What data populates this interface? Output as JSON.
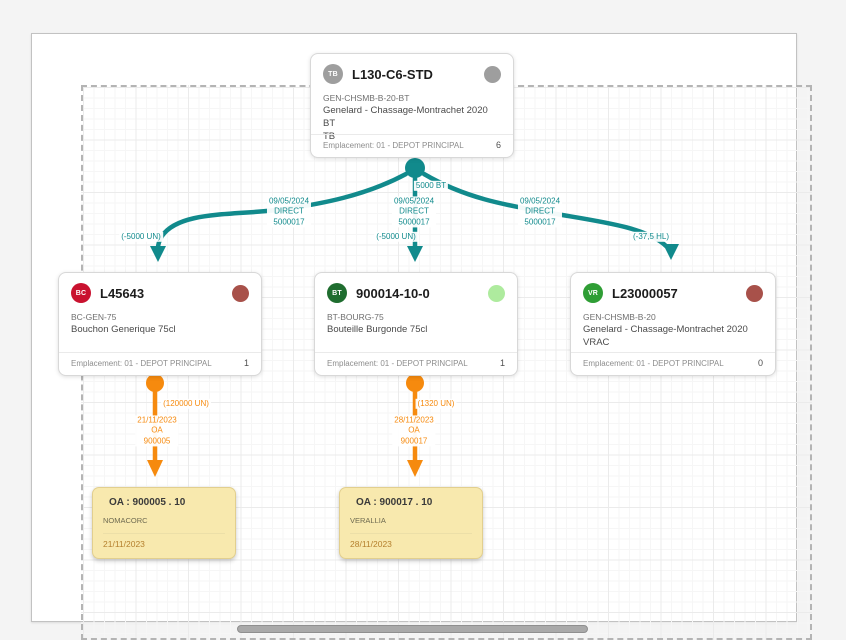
{
  "diagram": {
    "root": {
      "badge": "TB",
      "title": "L130-C6-STD",
      "lines": [
        "GEN-CHSMB-B-20-BT",
        "Genelard - Chassage-Montrachet 2020 BT",
        "TB"
      ],
      "footer_label": "Emplacement: 01 - DEPOT PRINCIPAL",
      "count": "6"
    },
    "left": {
      "badge": "BC",
      "title": "L45643",
      "lines": [
        "BC-GEN-75",
        "Bouchon Generique 75cl",
        ""
      ],
      "footer_label": "Emplacement: 01 - DEPOT PRINCIPAL",
      "count": "1"
    },
    "middle": {
      "badge": "BT",
      "title": "900014-10-0",
      "lines": [
        "BT-BOURG-75",
        "Bouteille Burgonde 75cl",
        ""
      ],
      "footer_label": "Emplacement: 01 - DEPOT PRINCIPAL",
      "count": "1"
    },
    "right": {
      "badge": "VR",
      "title": "L23000057",
      "lines": [
        "GEN-CHSMB-B-20",
        "Genelard - Chassage-Montrachet 2020",
        "VRAC"
      ],
      "footer_label": "Emplacement: 01 - DEPOT PRINCIPAL",
      "count": "0"
    },
    "edges": {
      "source_qty": "5000 BT",
      "teal_left": {
        "date": "09/05/2024",
        "mode": "DIRECT",
        "ref": "5000017",
        "qty": "(-5000 UN)"
      },
      "teal_middle": {
        "date": "09/05/2024",
        "mode": "DIRECT",
        "ref": "5000017",
        "qty": "(-5000 UN)"
      },
      "teal_right": {
        "date": "09/05/2024",
        "mode": "DIRECT",
        "ref": "5000017",
        "qty": "(-37,5 HL)"
      },
      "orange_left": {
        "qty": "(120000 UN)",
        "date": "21/11/2023",
        "mode": "OA",
        "ref": "900005"
      },
      "orange_middle": {
        "qty": "(1320 UN)",
        "date": "28/11/2023",
        "mode": "OA",
        "ref": "900017"
      }
    },
    "notes": {
      "left": {
        "title": "OA :  900005 . 10",
        "supplier": "NOMACORC",
        "date": "21/11/2023"
      },
      "right": {
        "title": "OA :  900017 . 10",
        "supplier": "VERALLIA",
        "date": "28/11/2023"
      }
    }
  },
  "colors": {
    "teal_edge": "#118a8c",
    "orange_edge": "#f68a0e",
    "badge_tb": "#9e9e9e",
    "badge_bc": "#c9122f",
    "badge_bt": "#1f6d2f",
    "badge_vr": "#2f9e35",
    "status_gray": "#9e9e9e",
    "status_red": "#a8514a",
    "status_light_green": "#aeeb9e",
    "note_background": "#f8e9ae"
  }
}
